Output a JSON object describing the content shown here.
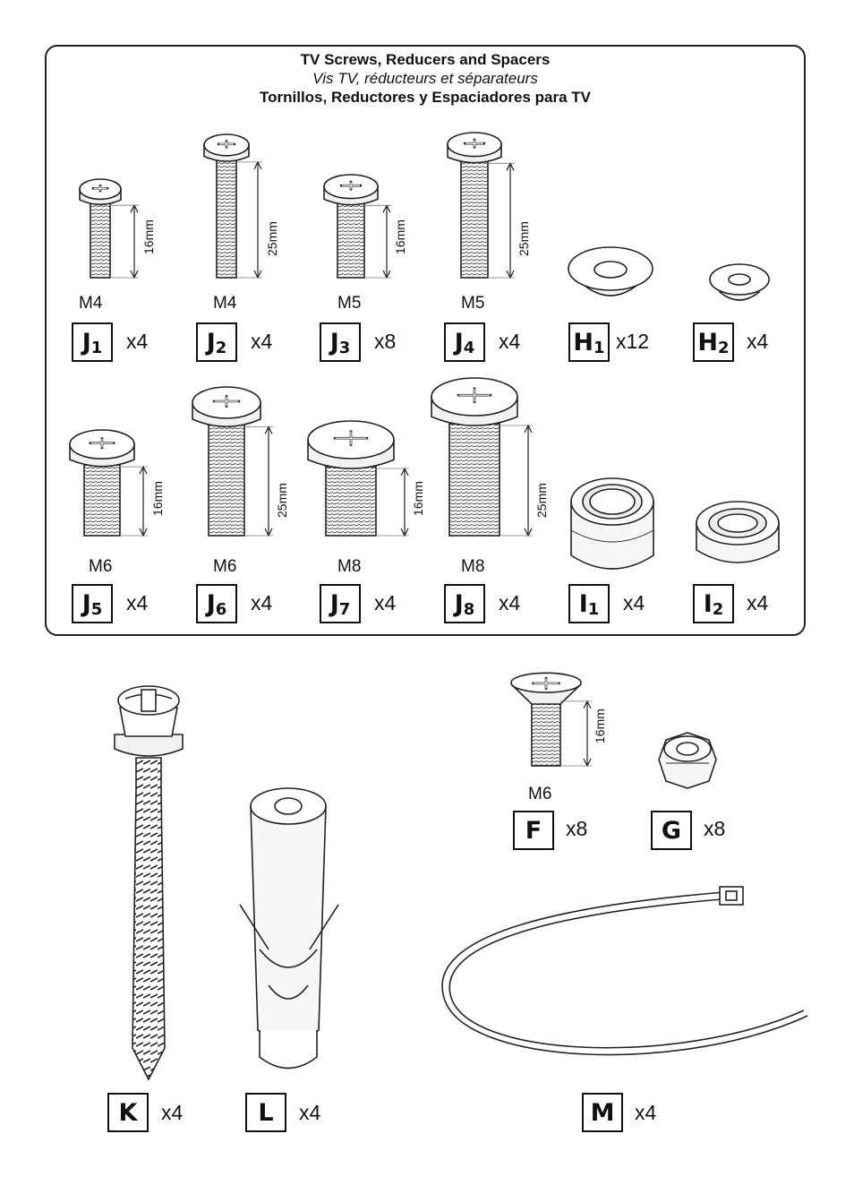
{
  "title": {
    "line1": "TV Screws, Reducers and Spacers",
    "line2": "Vis TV, réducteurs et séparateurs",
    "line3": "Tornillos, Reductores y Espaciadores para TV"
  },
  "row1": [
    {
      "thread": "M4",
      "letter": "J",
      "sub": "1",
      "qty": "x4",
      "length": "16mm"
    },
    {
      "thread": "M4",
      "letter": "J",
      "sub": "2",
      "qty": "x4",
      "length": "25mm"
    },
    {
      "thread": "M5",
      "letter": "J",
      "sub": "3",
      "qty": "x8",
      "length": "16mm"
    },
    {
      "thread": "M5",
      "letter": "J",
      "sub": "4",
      "qty": "x4",
      "length": "25mm"
    },
    {
      "letter": "H",
      "sub": "1",
      "qty": "x12"
    },
    {
      "letter": "H",
      "sub": "2",
      "qty": "x4"
    }
  ],
  "row2": [
    {
      "thread": "M6",
      "letter": "J",
      "sub": "5",
      "qty": "x4",
      "length": "16mm"
    },
    {
      "thread": "M6",
      "letter": "J",
      "sub": "6",
      "qty": "x4",
      "length": "25mm"
    },
    {
      "thread": "M8",
      "letter": "J",
      "sub": "7",
      "qty": "x4",
      "length": "16mm"
    },
    {
      "thread": "M8",
      "letter": "J",
      "sub": "8",
      "qty": "x4",
      "length": "25mm"
    },
    {
      "letter": "I",
      "sub": "1",
      "qty": "x4"
    },
    {
      "letter": "I",
      "sub": "2",
      "qty": "x4"
    }
  ],
  "lower": {
    "F": {
      "thread": "M6",
      "letter": "F",
      "qty": "x8",
      "length": "16mm"
    },
    "G": {
      "letter": "G",
      "qty": "x8"
    },
    "K": {
      "letter": "K",
      "qty": "x4"
    },
    "L": {
      "letter": "L",
      "qty": "x4"
    },
    "M": {
      "letter": "M",
      "qty": "x4"
    }
  }
}
